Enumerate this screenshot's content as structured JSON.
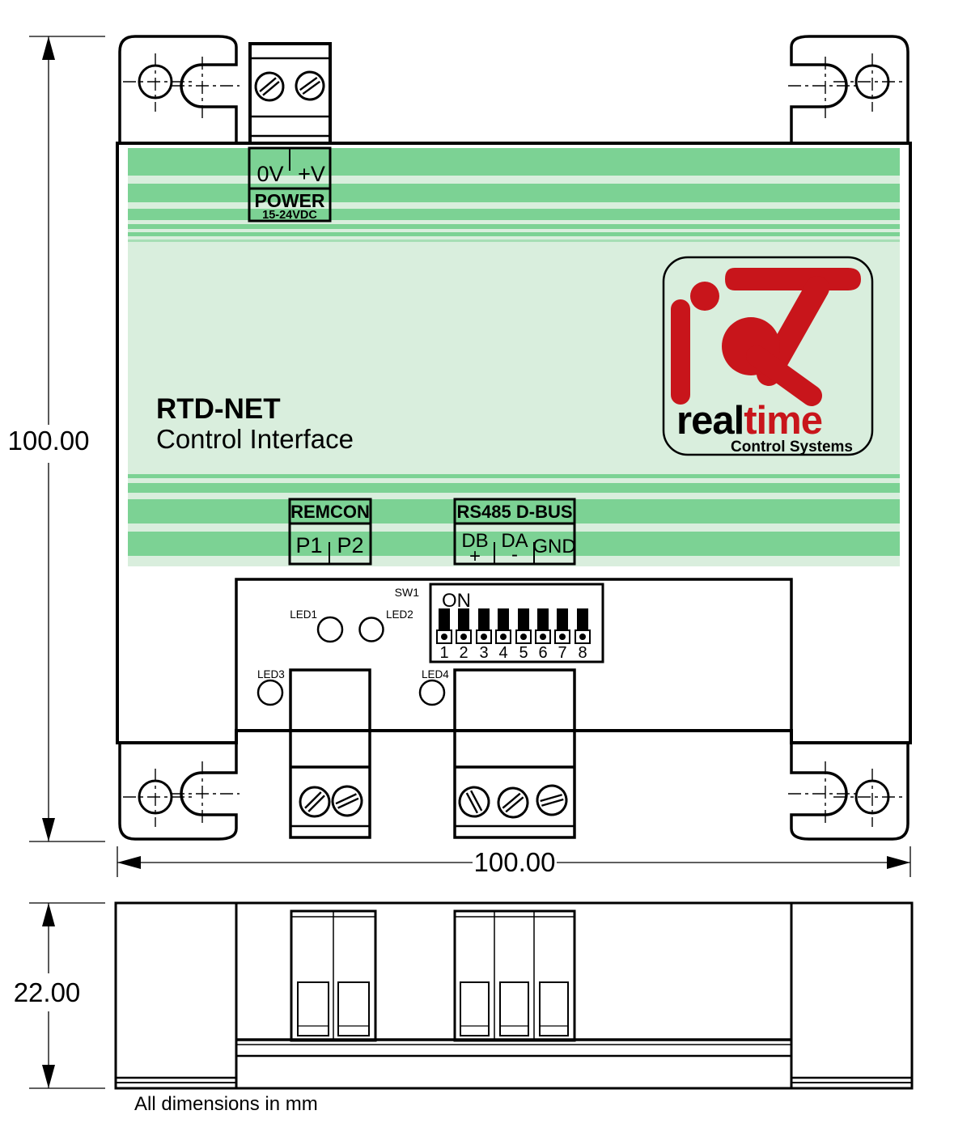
{
  "drawing": {
    "title": "RTD-NET",
    "subtitle": "Control Interface",
    "note": "All dimensions in mm"
  },
  "power_terminal": {
    "pin_left": "0V",
    "pin_right": "+V",
    "label": "POWER",
    "rating": "15-24VDC"
  },
  "logo": {
    "brand_first": "real",
    "brand_second": "time",
    "tagline": "Control Systems"
  },
  "remcon": {
    "header": "REMCON",
    "pins": [
      "P1",
      "P2"
    ]
  },
  "rs485": {
    "header": "RS485 D-BUS",
    "pin1": "DB",
    "pin1_sign": "+",
    "pin2": "DA",
    "pin2_sign": "-",
    "pin3": "GND"
  },
  "dip_switch": {
    "label": "SW1",
    "on_label": "ON",
    "positions": [
      "1",
      "2",
      "3",
      "4",
      "5",
      "6",
      "7",
      "8"
    ]
  },
  "leds": [
    {
      "label": "LED1",
      "color": "#1fd01f"
    },
    {
      "label": "LED2",
      "color": "#ee0d0d"
    },
    {
      "label": "LED3",
      "color": "#1fd01f"
    },
    {
      "label": "LED4",
      "color": "#1fd01f"
    }
  ],
  "dimensions": {
    "height_label": "100.00",
    "width_label": "100.00",
    "depth_label": "22.00"
  },
  "colors": {
    "stripe_green": "#7cd294",
    "pale_green": "#d9eedd",
    "logo_red": "#c8151b"
  }
}
